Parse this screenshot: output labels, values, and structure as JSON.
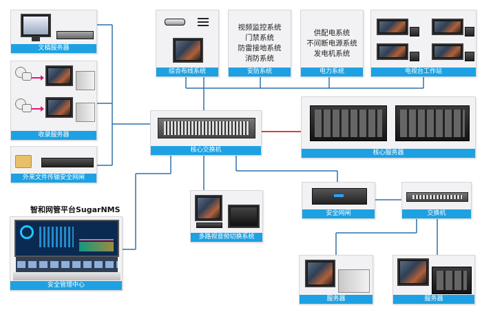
{
  "nodes": {
    "doc_server": "文稿服务器",
    "recv_server": "收录服务器",
    "file_gateway": "外来文件传输安全网闸",
    "cabling": "综合布线系统",
    "security": "安防系统",
    "security_items": [
      "视频监控系统",
      "门禁系统",
      "防雷接地系统",
      "消防系统"
    ],
    "power": "电力系统",
    "power_items": [
      "供配电系统",
      "不间断电源系统",
      "发电机系统"
    ],
    "tv_workstation": "电视台工作站",
    "core_switch": "核心交换机",
    "core_server": "核心服务器",
    "av_switching": "多路视音频切换系统",
    "sec_gateway": "安全网闸",
    "switch": "交换机",
    "server_a": "服务器",
    "server_b": "服务器",
    "mgmt_center": "安全管理中心",
    "platform_title": "智和网管平台SugarNMS"
  },
  "colors": {
    "caption_bg": "#1da1e2",
    "link_line": "#2f6fa7",
    "core_link": "#e23b2e",
    "arrow": "#e0157a"
  }
}
